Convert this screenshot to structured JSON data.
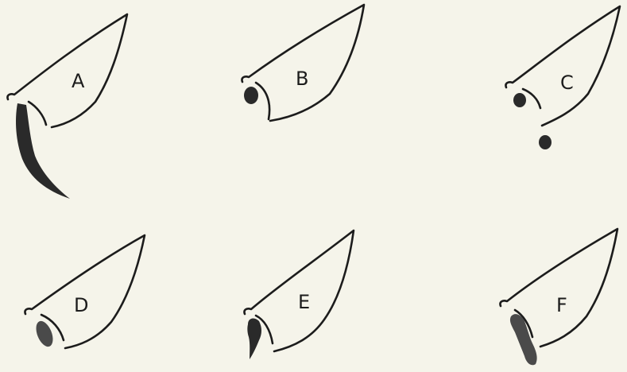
{
  "figure": {
    "background_color": "#f5f4ea",
    "ink_color": "#1c1c1c",
    "panels": [
      {
        "id": "a",
        "label": "A"
      },
      {
        "id": "b",
        "label": "B"
      },
      {
        "id": "c",
        "label": "C"
      },
      {
        "id": "d",
        "label": "D"
      },
      {
        "id": "e",
        "label": "E"
      },
      {
        "id": "f",
        "label": "F"
      }
    ]
  }
}
